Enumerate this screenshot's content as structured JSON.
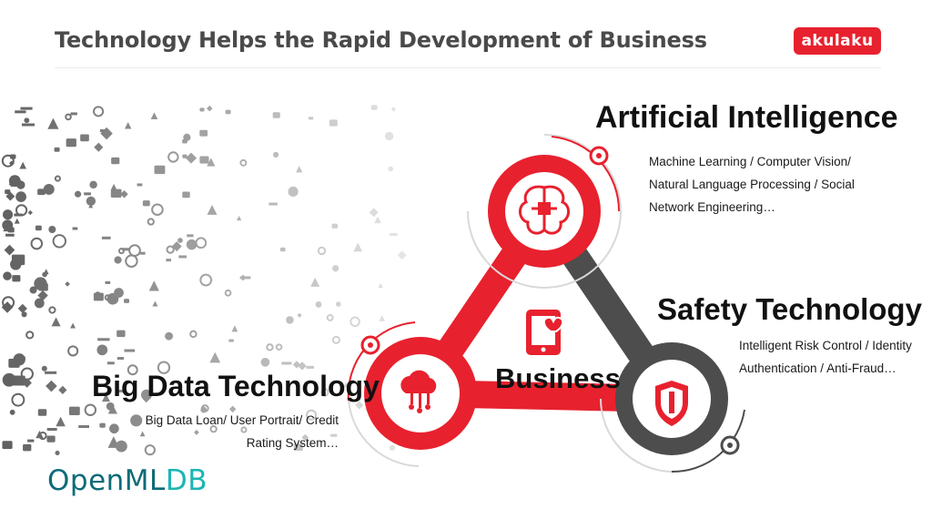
{
  "header": {
    "title": "Technology Helps the Rapid Development of Business",
    "brand": "akulaku"
  },
  "diagram": {
    "center_label": "Business",
    "nodes": [
      {
        "id": "ai",
        "title": "Artificial Intelligence",
        "desc_lines": [
          "Machine Learning / Computer Vision/",
          "Natural Language Processing / Social",
          "Network Engineering…"
        ],
        "icon": "brain-icon"
      },
      {
        "id": "safety",
        "title": "Safety Technology",
        "desc_lines": [
          "Intelligent Risk Control / Identity",
          "Authentication / Anti-Fraud…"
        ],
        "icon": "shield-icon"
      },
      {
        "id": "bigdata",
        "title": "Big Data Technology",
        "desc_lines": [
          "Big Data Loan/ User Portrait/ Credit",
          "Rating System…"
        ],
        "icon": "cloud-network-icon"
      }
    ],
    "center_icon": "phone-heart-icon"
  },
  "footer": {
    "logo_main": "OpenML",
    "logo_accent": "DB"
  },
  "colors": {
    "brand_red": "#e8212e",
    "dark_gray": "#4a4a4a",
    "teal": "#0e6b78"
  }
}
